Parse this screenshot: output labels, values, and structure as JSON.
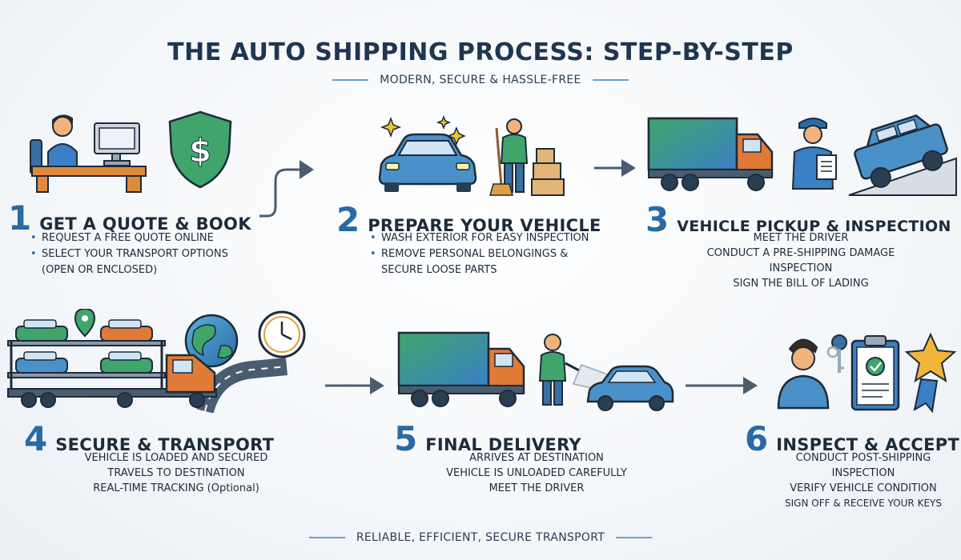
{
  "title": "THE AUTO SHIPPING PROCESS: STEP-BY-STEP",
  "subtitle": "MODERN, SECURE & HASSLE-FREE",
  "footer": "RELIABLE, EFFICIENT, SECURE TRANSPORT",
  "steps": [
    {
      "number": "1",
      "title": "GET A QUOTE & BOOK",
      "items": [
        "REQUEST A FREE QUOTE ONLINE",
        "SELECT YOUR TRANSPORT OPTIONS (OPEN OR ENCLOSED)"
      ]
    },
    {
      "number": "2",
      "title": "PREPARE YOUR VEHICLE",
      "items": [
        "WASH EXTERIOR FOR EASY INSPECTION",
        "REMOVE PERSONAL BELONGINGS & SECURE LOOSE PARTS"
      ]
    },
    {
      "number": "3",
      "title": "VEHICLE PICKUP & INSPECTION",
      "items": [
        "MEET THE DRIVER",
        "CONDUCT A PRE-SHIPPING DAMAGE INSPECTION",
        "SIGN THE BILL OF LADING"
      ]
    },
    {
      "number": "4",
      "title": "SECURE & TRANSPORT",
      "items": [
        "VEHICLE IS LOADED AND SECURED",
        "TRAVELS TO DESTINATION",
        "REAL-TIME TRACKING (Optional)"
      ]
    },
    {
      "number": "5",
      "title": "FINAL DELIVERY",
      "items": [
        "ARRIVES AT DESTINATION",
        "VEHICLE IS UNLOADED CAREFULLY",
        "MEET THE DRIVER"
      ]
    },
    {
      "number": "6",
      "title": "INSPECT & ACCEPT",
      "items": [
        "CONDUCT POST-SHIPPING INSPECTION",
        "VERIFY VEHICLE CONDITION",
        "SIGN OFF & RECEIVE YOUR KEYS"
      ]
    }
  ],
  "icons": {
    "step1": [
      "person-at-desk-icon",
      "shield-dollar-icon"
    ],
    "step2": [
      "sparkles-icon",
      "car-icon",
      "person-with-broom-icon",
      "boxes-icon"
    ],
    "step3": [
      "truck-icon",
      "driver-with-clipboard-icon",
      "suv-on-ramp-icon"
    ],
    "step4": [
      "car-carrier-truck-icon",
      "location-pin-icon",
      "globe-icon",
      "clock-icon",
      "road-icon"
    ],
    "step5": [
      "delivery-truck-icon",
      "driver-icon",
      "car-icon"
    ],
    "step6": [
      "customer-icon",
      "keys-icon",
      "checklist-clipboard-icon",
      "star-award-icon"
    ]
  },
  "colors": {
    "title": "#1f3650",
    "number": "#2a6aa3",
    "accent_green": "#3fa56b",
    "accent_blue": "#3b7fc4",
    "accent_orange": "#e07a36"
  }
}
